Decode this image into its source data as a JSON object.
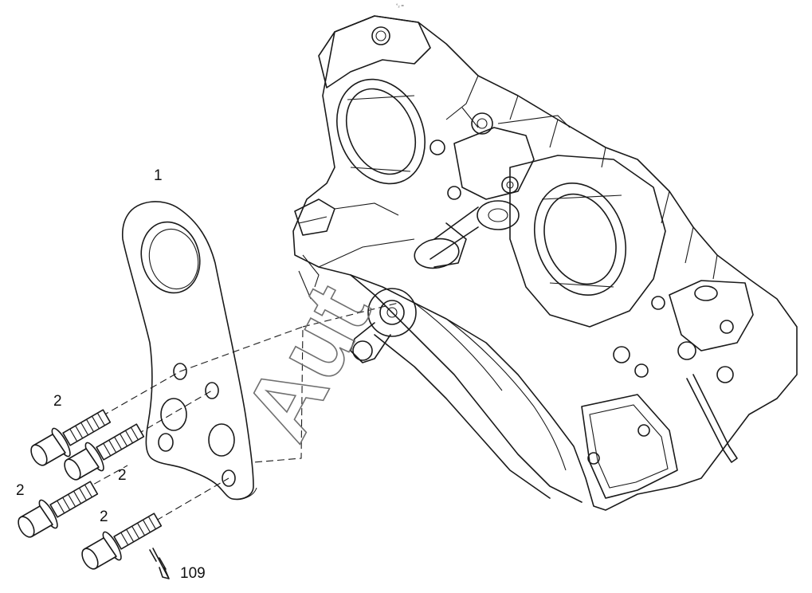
{
  "diagram": {
    "callouts": {
      "part_1": "1",
      "bolt_a": "2",
      "bolt_b": "2",
      "bolt_c": "2",
      "bolt_d": "2",
      "ref_109": "109"
    },
    "watermark": "Aut",
    "corner_mark": "°₂ ="
  },
  "colors": {
    "line": "#1a1a1a",
    "watermark": "#6f6f6f",
    "background": "#ffffff"
  }
}
